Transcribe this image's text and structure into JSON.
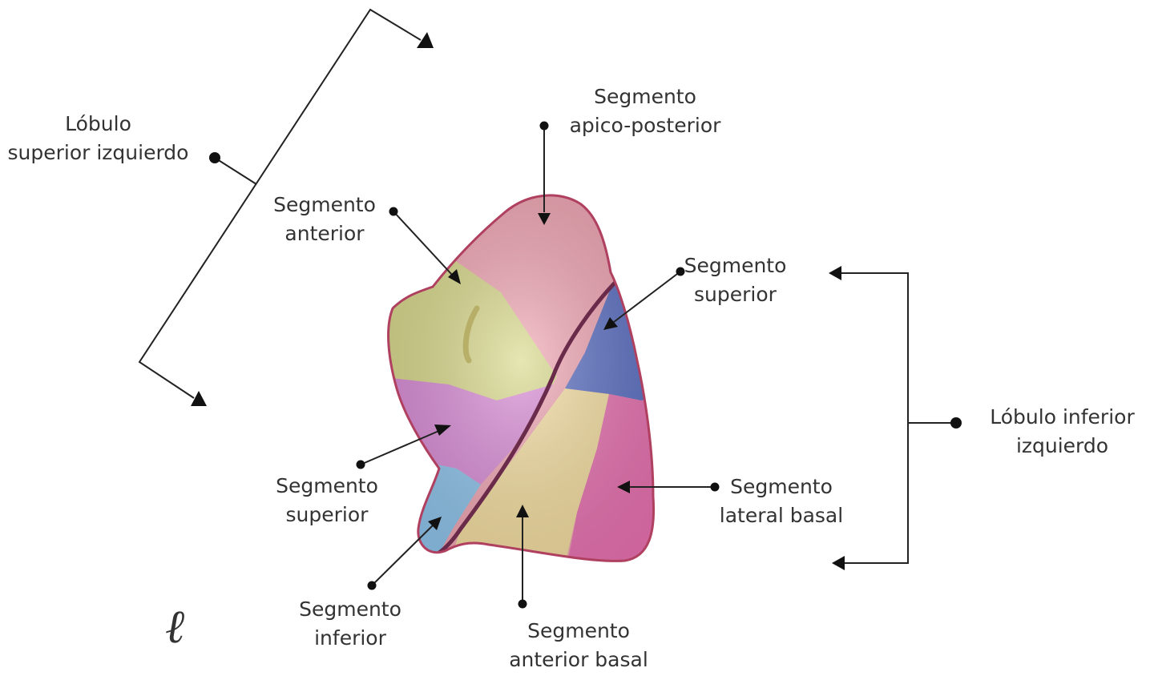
{
  "labels": {
    "lobulo_superior": [
      "Lóbulo",
      "superior izquierdo"
    ],
    "apico_posterior": [
      "Segmento",
      "apico-posterior"
    ],
    "anterior": [
      "Segmento",
      "anterior"
    ],
    "superior_right": [
      "Segmento",
      "superior"
    ],
    "lobulo_inferior": [
      "Lóbulo inferior",
      "izquierdo"
    ],
    "lateral_basal": [
      "Segmento",
      "lateral basal"
    ],
    "superior_left": [
      "Segmento",
      "superior"
    ],
    "inferior": [
      "Segmento",
      "inferior"
    ],
    "anterior_basal": [
      "Segmento",
      "anterior basal"
    ]
  },
  "figure_letter": "ℓ",
  "colors": {
    "apico_posterior": "#f2a6b4",
    "anterior": "#d9d98a",
    "superior_lower": "#5a6fc4",
    "lingula_superior": "#d98ad6",
    "lingula_inferior": "#8ec4ec",
    "anterior_basal": "#f6dfa0",
    "lateral_basal": "#ea72b2",
    "outline": "#b04060",
    "text": "#333333"
  }
}
